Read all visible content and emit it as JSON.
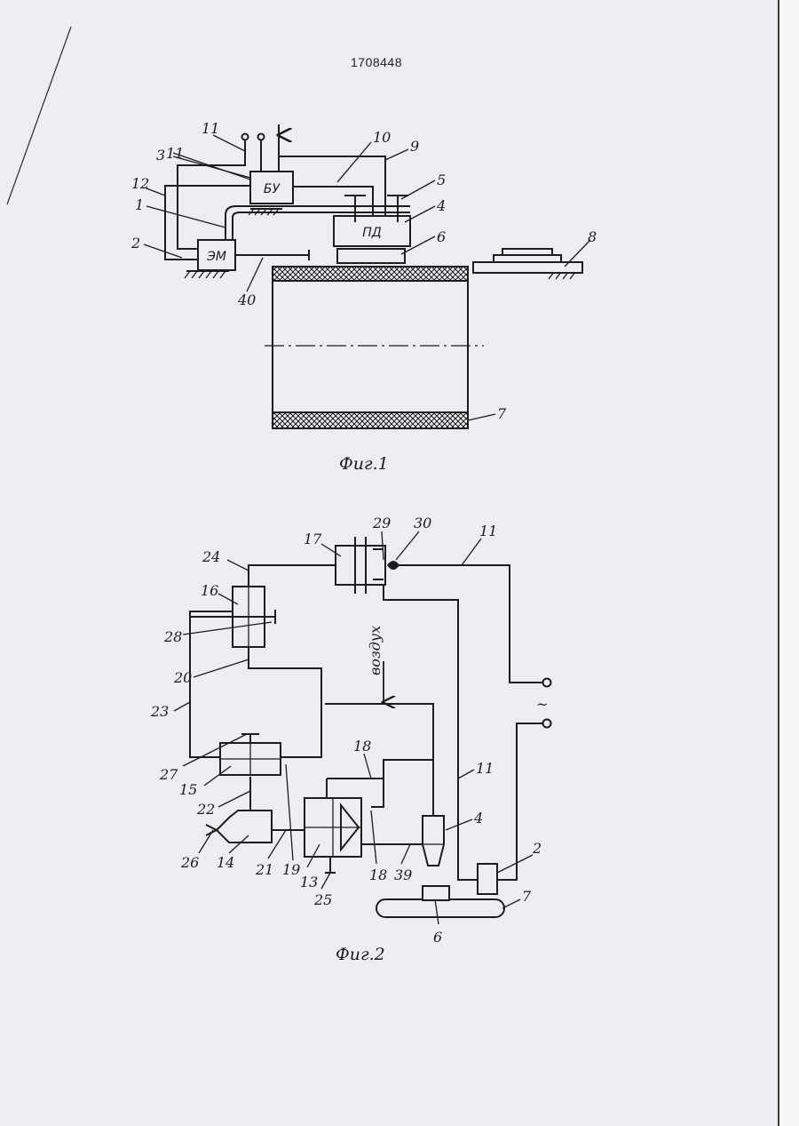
{
  "document_number": "1708448",
  "fig1": {
    "caption": "Фиг.1",
    "block_labels": {
      "control_unit": "БУ",
      "electromagnet": "ЭМ",
      "drive": "ПД"
    },
    "numbers": [
      "11",
      "11",
      "3",
      "12",
      "1",
      "2",
      "10",
      "9",
      "5",
      "4",
      "6",
      "8",
      "40",
      "7"
    ]
  },
  "fig2": {
    "caption": "Фиг.2",
    "air_label": "воздух",
    "ac_symbol": "~",
    "numbers": [
      "29",
      "30",
      "11",
      "17",
      "24",
      "16",
      "28",
      "20",
      "23",
      "27",
      "15",
      "22",
      "26",
      "14",
      "21",
      "19",
      "13",
      "25",
      "18",
      "18",
      "39",
      "4",
      "11",
      "2",
      "7",
      "6"
    ]
  }
}
